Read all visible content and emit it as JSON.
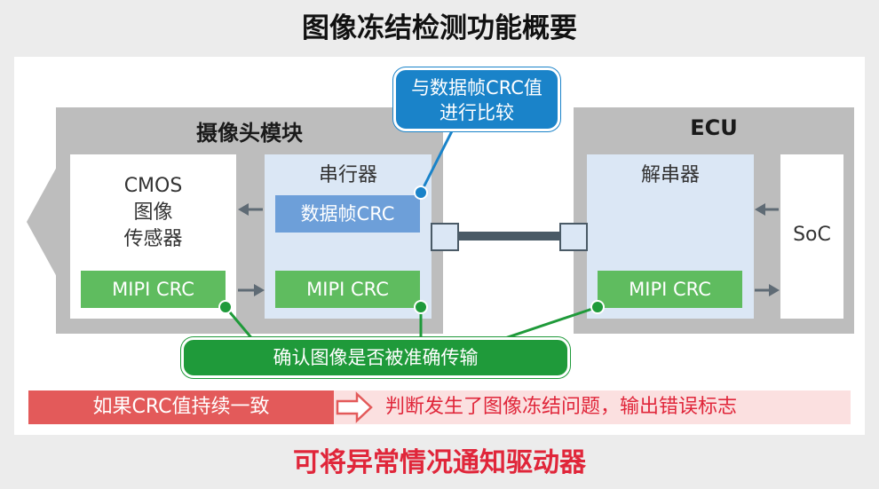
{
  "title": "图像冻结检测功能概要",
  "camera_module": {
    "label": "摄像头模块",
    "cmos_label": "CMOS\n图像\n传感器",
    "cmos_mipi": "MIPI CRC",
    "serializer_label": "串行器",
    "frame_crc": "数据帧CRC",
    "serializer_mipi": "MIPI CRC"
  },
  "ecu": {
    "label": "ECU",
    "deserializer_label": "解串器",
    "deserializer_mipi": "MIPI CRC",
    "soc_label": "SoC"
  },
  "callout_compare": "与数据帧CRC值\n进行比较",
  "callout_confirm": "确认图像是否被准确传输",
  "condition_text": "如果CRC值持续一致",
  "result_text": "判断发生了图像冻结问题，输出错误标志",
  "bottom_text": "可将异常情况通知驱动器",
  "colors": {
    "green": "#5fbc5f",
    "blue_callout": "#1a83c9",
    "green_callout": "#1f9a3a",
    "red": "#e35a5a",
    "red_text": "#e0263a"
  }
}
